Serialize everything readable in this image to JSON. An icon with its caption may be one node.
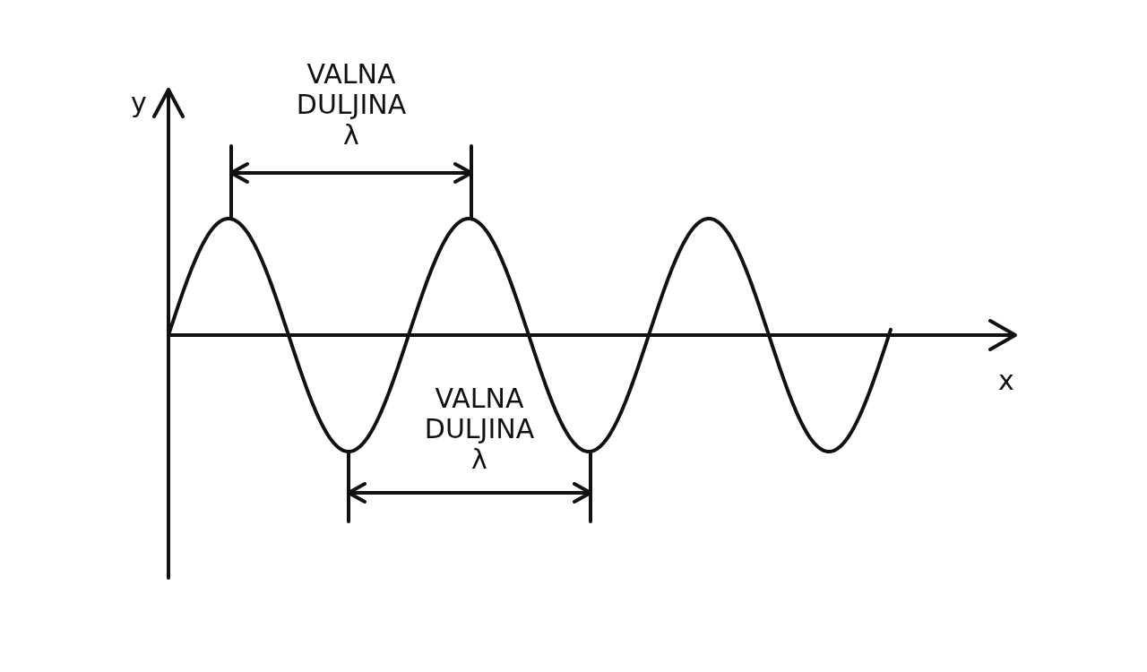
{
  "diagram": {
    "labels": [
      "y",
      "VALNA DULJINA λ",
      "VALNA DULJINA λ",
      "x"
    ]
  }
}
